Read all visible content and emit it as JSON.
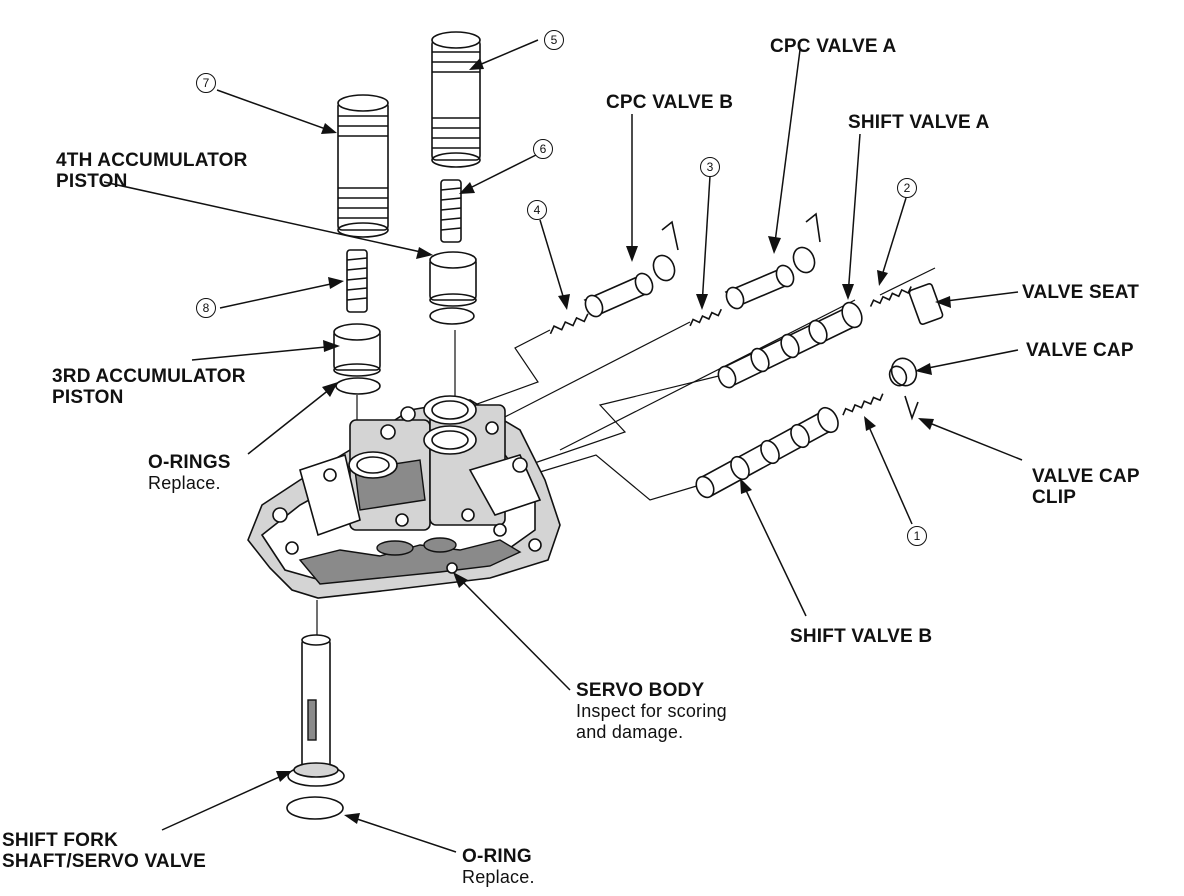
{
  "labels": {
    "cpc_valve_a": "CPC VALVE A",
    "cpc_valve_b": "CPC VALVE B",
    "shift_valve_a": "SHIFT VALVE A",
    "shift_valve_b": "SHIFT VALVE B",
    "accum_4th_line1": "4TH ACCUMULATOR",
    "accum_4th_line2": "PISTON",
    "accum_3rd_line1": "3RD ACCUMULATOR",
    "accum_3rd_line2": "PISTON",
    "valve_seat": "VALVE SEAT",
    "valve_cap": "VALVE CAP",
    "valve_cap_clip_line1": "VALVE CAP",
    "valve_cap_clip_line2": "CLIP",
    "o_rings": "O-RINGS",
    "o_rings_note": "Replace.",
    "servo_body": "SERVO BODY",
    "servo_body_note1": "Inspect for scoring",
    "servo_body_note2": "and damage.",
    "shift_fork_line1": "SHIFT FORK",
    "shift_fork_line2": "SHAFT/SERVO VALVE",
    "o_ring": "O-RING",
    "o_ring_note": "Replace."
  },
  "callouts": [
    "1",
    "2",
    "3",
    "4",
    "5",
    "6",
    "7",
    "8"
  ],
  "colors": {
    "line": "#111111",
    "background": "#ffffff"
  }
}
